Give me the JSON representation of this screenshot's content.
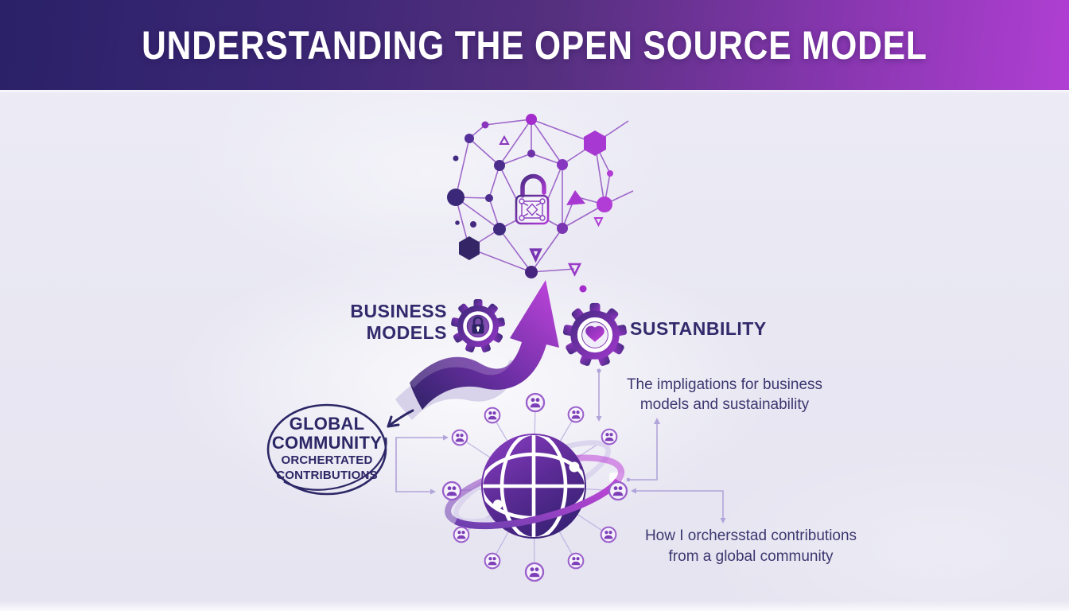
{
  "header": {
    "title": "UNDERSTANDING THE OPEN SOURCE MODEL"
  },
  "business_models": {
    "line1": "BUSINESS",
    "line2": "MODELS"
  },
  "sustainability": {
    "label": "SUSTANBILITY"
  },
  "implications": {
    "line1": "The impligations for business",
    "line2": "models and sustainability"
  },
  "community_badge": {
    "line1": "GLOBAL",
    "line2": "COMMUNITY",
    "line3": "ORCHERTATED",
    "line4": "CONTRIBUTIONS"
  },
  "orchestration_note": {
    "line1": "How I orchersstad contributions",
    "line2": "from a global community"
  },
  "icons": {
    "network": "open-source-network-icon",
    "unlock": "unlock-icon",
    "gear_lock": "gear-lock-icon",
    "gear_heart": "gear-heart-icon",
    "growth_arrow": "growth-arrow-icon",
    "globe": "globe-icon",
    "user_node": "user-node-icon",
    "sketch_circle": "sketch-circle",
    "sketch_arrow": "sketch-arrow-icon"
  },
  "colors": {
    "header_gradient_left": "#2a2168",
    "header_gradient_mid": "#55307f",
    "header_gradient_right": "#b03fd3",
    "background": "#e9e8f3",
    "text_dark": "#322a6c",
    "text_body": "#3c3770",
    "accent_magenta": "#b13cd6",
    "accent_purple": "#7a35b2",
    "accent_indigo": "#3b2878",
    "connector": "#b1a4da"
  }
}
